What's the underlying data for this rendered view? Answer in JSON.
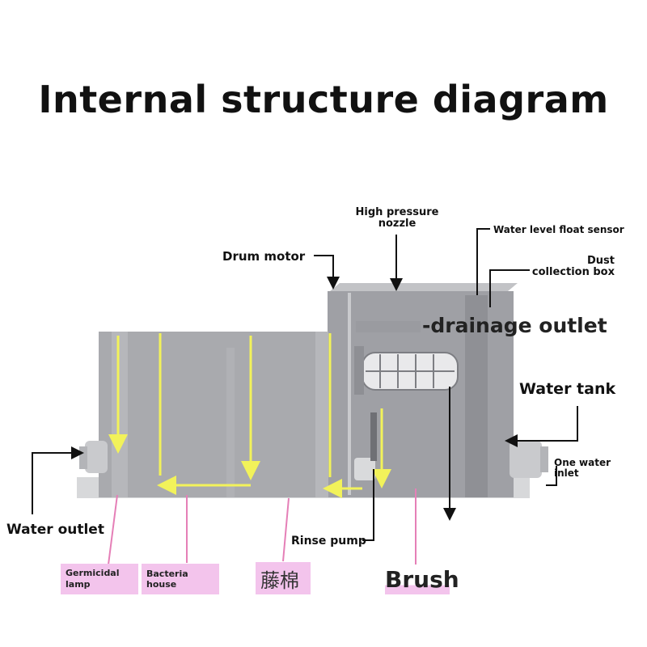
{
  "title": "Internal structure diagram",
  "labels": {
    "high_pressure_nozzle": "High pressure nozzle",
    "water_level_float_sensor": "Water level float sensor",
    "drum_motor": "Drum motor",
    "dust_collection_box": "Dust collection box",
    "drainage_outlet": "-drainage outlet",
    "water_tank": "Water tank",
    "one_water_inlet": "One water inlet",
    "water_outlet": "Water outlet",
    "rinse_pump": "Rinse pump"
  },
  "tags": {
    "germicidal_lamp": "Germicidal lamp",
    "bacteria_house": "Bacteria house",
    "rattan_cotton": "藤棉",
    "brush": "Brush"
  },
  "colors": {
    "tank_body": "#a9aaae",
    "flow_arrow": "#f2f25a",
    "pointer_pink": "#e57fb7",
    "tag_bg": "#f3c4ec"
  }
}
